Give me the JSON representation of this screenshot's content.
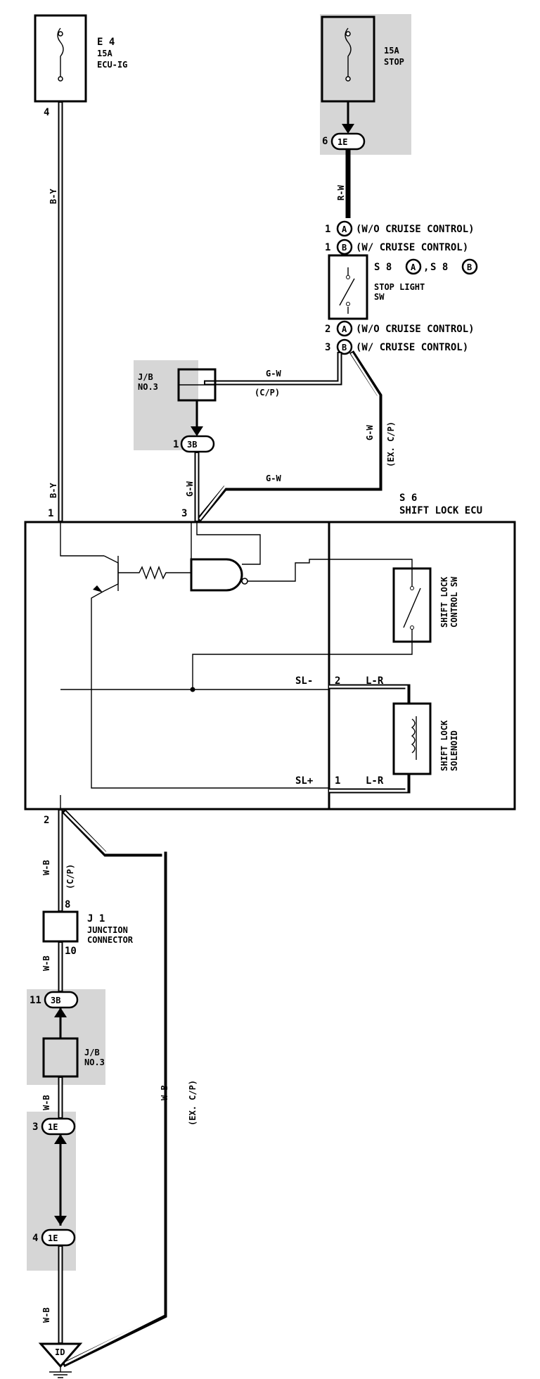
{
  "fuses": {
    "ecu_ig": {
      "ref": "E 4",
      "rating": "15A",
      "name": "ECU-IG",
      "pin": "4"
    },
    "stop": {
      "rating": "15A",
      "name": "STOP",
      "pin": "6",
      "conn": "1E"
    }
  },
  "wires": {
    "by_top": "B-Y",
    "by_low": "B-Y",
    "rw": "R-W",
    "gw_cp": "G-W",
    "cp": "(C/P)",
    "gw_ex": "G-W",
    "ex_cp": "(EX. C/P)",
    "gw_lower": "G-W",
    "gw_vert": "G-W",
    "lr_top": "L-R",
    "lr_bot": "L-R",
    "wb_top": "W-B",
    "cp2": "(C/P)",
    "wb_mid": "W-B",
    "wb_jb": "W-B",
    "wb_bot": "W-B",
    "wb_right": "W-B",
    "ex_cp2": "(EX. C/P)"
  },
  "stop_switch": {
    "pin_a_top": "1",
    "pin_b_top": "1",
    "pin_a_bot": "2",
    "pin_b_bot": "3",
    "conn_a": "A",
    "conn_b": "B",
    "wo_cruise_top": "(W/O CRUISE CONTROL)",
    "w_cruise_top": "(W/ CRUISE CONTROL)",
    "wo_cruise_bot": "(W/O CRUISE CONTROL)",
    "w_cruise_bot": "(W/ CRUISE CONTROL)",
    "ref_s8a": "S 8",
    "ref_s8b": "S 8",
    "ref_sep": ",",
    "name1": "STOP LIGHT",
    "name2": "SW"
  },
  "jb3_top": {
    "line1": "J/B",
    "line2": "NO.3",
    "pin": "1",
    "conn": "3B"
  },
  "ecu": {
    "ref": "S 6",
    "name": "SHIFT LOCK ECU",
    "pin1": "1",
    "pin3": "3",
    "pin2": "2",
    "sl_minus": "SL-",
    "sl_plus": "SL+",
    "pin_sl_minus": "2",
    "pin_sl_plus": "1",
    "ctrl_sw1": "SHIFT LOCK",
    "ctrl_sw2": "CONTROL SW",
    "sol1": "SHIFT LOCK",
    "sol2": "SOLENOID"
  },
  "junction": {
    "ref": "J 1",
    "line1": "JUNCTION",
    "line2": "CONNECTOR",
    "pin_in": "8",
    "pin_out": "10"
  },
  "jb3_bot": {
    "line1": "J/B",
    "line2": "NO.3",
    "pin": "11",
    "conn": "3B"
  },
  "conn_1e": {
    "pin_a": "3",
    "pin_b": "4",
    "conn": "1E"
  },
  "ground": {
    "label": "ID"
  }
}
